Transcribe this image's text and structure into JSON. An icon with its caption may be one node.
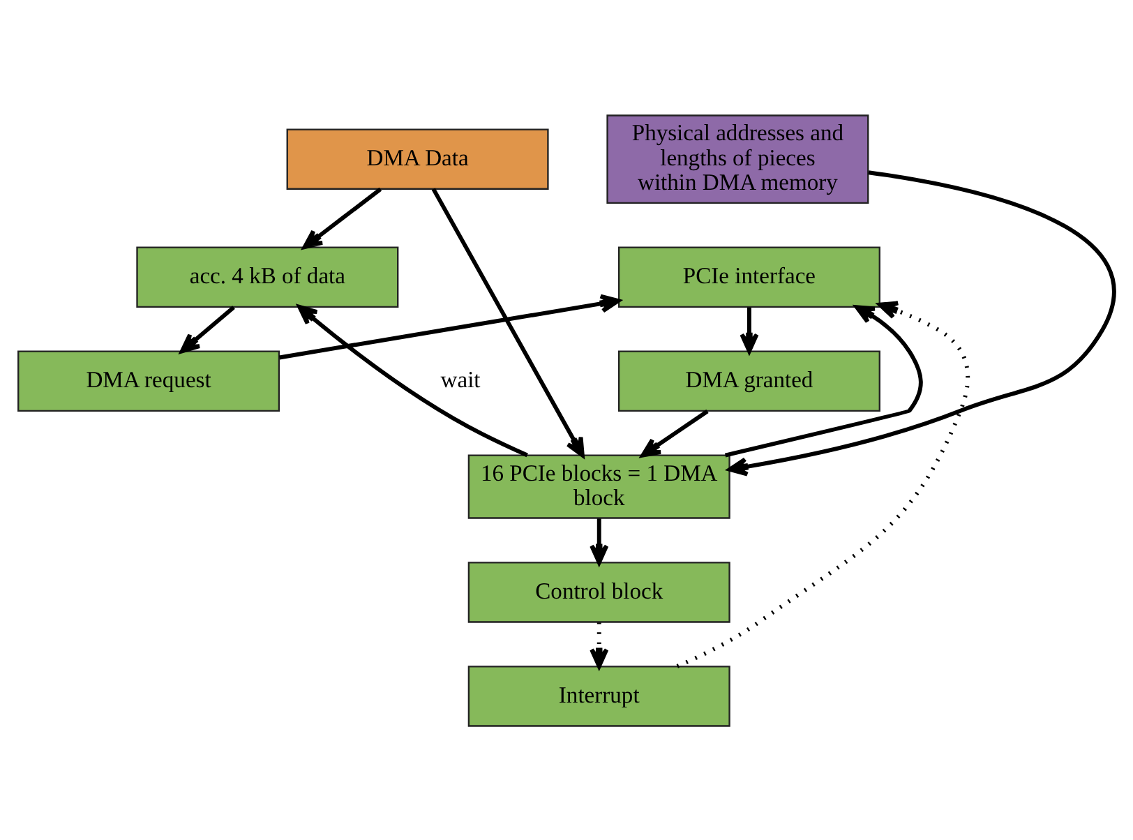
{
  "diagram": {
    "nodes": [
      {
        "text": [
          "DMA Data"
        ]
      },
      {
        "text": [
          "PCIe interface"
        ]
      },
      {
        "text": [
          "acc. 4 kB of data"
        ]
      },
      {
        "text": [
          "DMA request"
        ]
      },
      {
        "text": [
          "DMA granted"
        ]
      },
      {
        "text": [
          "16 PCIe blocks = 1 DMA block"
        ]
      },
      {
        "text": [
          "Control block"
        ]
      },
      {
        "text": [
          "Interrupt"
        ]
      },
      {
        "text": [
          "Physical addresses and lengths of pieces within DMA memory"
        ]
      }
    ],
    "edges": [
      {
        "from": 0,
        "to": 2,
        "arrow": "to"
      },
      {
        "from": 2,
        "to": 3,
        "arrow": "to"
      },
      {
        "from": 3,
        "to": 1,
        "arrow": "to"
      },
      {
        "from": 1,
        "to": 4,
        "arrow": "to"
      },
      {
        "from": 4,
        "to": 5,
        "arrow": "to"
      },
      {
        "from": 0,
        "to": 5,
        "arrow": "to"
      },
      {
        "from": 5,
        "to": 2,
        "arrow": "to",
        "label": "wait"
      },
      {
        "from": 5,
        "to": 1,
        "arrow": "to"
      },
      {
        "from": 5,
        "to": 6,
        "arrow": "to"
      },
      {
        "from": 6,
        "to": 7,
        "arrow": "to",
        "style": "dashed"
      },
      {
        "from": 7,
        "to": 1,
        "arrow": "to",
        "style": "dashed"
      },
      {
        "from": 8,
        "to": 5,
        "arrow": "to"
      }
    ]
  }
}
